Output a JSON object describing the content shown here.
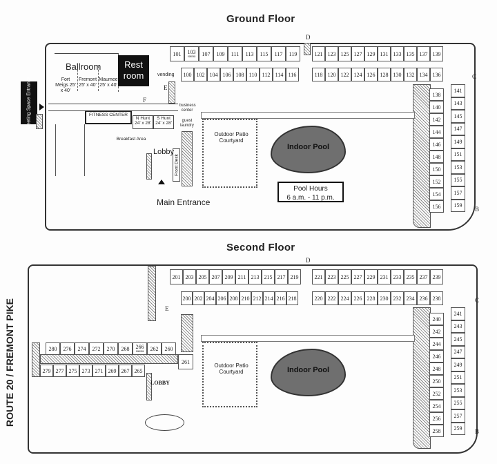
{
  "ground": {
    "title": "Ground Floor",
    "north_row_top": [
      "101",
      "103",
      "107",
      "109",
      "111",
      "113",
      "115",
      "117",
      "119"
    ],
    "north_row_bottom": [
      "100",
      "102",
      "104",
      "106",
      "108",
      "110",
      "112",
      "114",
      "116"
    ],
    "east_row_top": [
      "121",
      "123",
      "125",
      "127",
      "129",
      "131",
      "133",
      "135",
      "137",
      "139"
    ],
    "east_row_bottom": [
      "118",
      "120",
      "122",
      "124",
      "126",
      "128",
      "130",
      "132",
      "134",
      "136"
    ],
    "wing_left": [
      "138",
      "140",
      "142",
      "144",
      "146",
      "148",
      "150",
      "152",
      "154",
      "156"
    ],
    "wing_right": [
      "141",
      "143",
      "145",
      "147",
      "149",
      "151",
      "153",
      "155",
      "157",
      "159"
    ],
    "room_103_note": "sauna",
    "ballroom": "Ballroom",
    "restroom": "Rest room",
    "fort_meigs": "Fort Meigs 25' x 40'",
    "fremont": "Fremont 25' x 40'",
    "maumee": "Maumee 25' x 40'",
    "fitness": "FITNESS CENTER",
    "n_hunt": "N Hunt 24' x 28'",
    "s_hunt": "S Hunt 24' x 28'",
    "breakfast": "Breakfast Area",
    "lobby": "Lobby",
    "front_desk": "Front Desk",
    "business": "business center",
    "laundry": "guest laundry",
    "vending": "vending",
    "patio": "Outdoor Patio Courtyard",
    "pool": "Indoor Pool",
    "pool_hours_title": "Pool Hours",
    "pool_hours_time": "6 a.m. - 11 p.m.",
    "main_entrance": "Main Entrance",
    "meeting_entrance": "Meeting Space Entrance",
    "letters": {
      "d": "D",
      "c": "C",
      "b": "B",
      "e": "E",
      "f": "F"
    }
  },
  "second": {
    "title": "Second Floor",
    "north_row_top": [
      "201",
      "203",
      "205",
      "207",
      "209",
      "211",
      "213",
      "215",
      "217",
      "219"
    ],
    "north_row_bottom": [
      "200",
      "202",
      "204",
      "206",
      "208",
      "210",
      "212",
      "214",
      "216",
      "218"
    ],
    "east_row_top": [
      "221",
      "223",
      "225",
      "227",
      "229",
      "231",
      "233",
      "235",
      "237",
      "239"
    ],
    "east_row_bottom": [
      "220",
      "222",
      "224",
      "226",
      "228",
      "230",
      "232",
      "234",
      "236",
      "238"
    ],
    "wing_left": [
      "240",
      "242",
      "244",
      "246",
      "248",
      "250",
      "252",
      "254",
      "256",
      "258"
    ],
    "wing_right": [
      "241",
      "243",
      "245",
      "247",
      "249",
      "251",
      "253",
      "255",
      "257",
      "259"
    ],
    "west_row_top": [
      "280",
      "276",
      "274",
      "272",
      "270",
      "268",
      "266",
      "262",
      "260"
    ],
    "west_row_bottom": [
      "279",
      "277",
      "275",
      "273",
      "271",
      "269",
      "267",
      "265"
    ],
    "room_266_note": "sauna",
    "room_261": "261",
    "lobby": "LOBBY",
    "patio": "Outdoor Patio Courtyard",
    "pool": "Indoor Pool",
    "letters": {
      "d": "D",
      "c": "C",
      "b": "B",
      "e": "E"
    }
  },
  "route": "ROUTE 20 / FREMONT PIKE"
}
